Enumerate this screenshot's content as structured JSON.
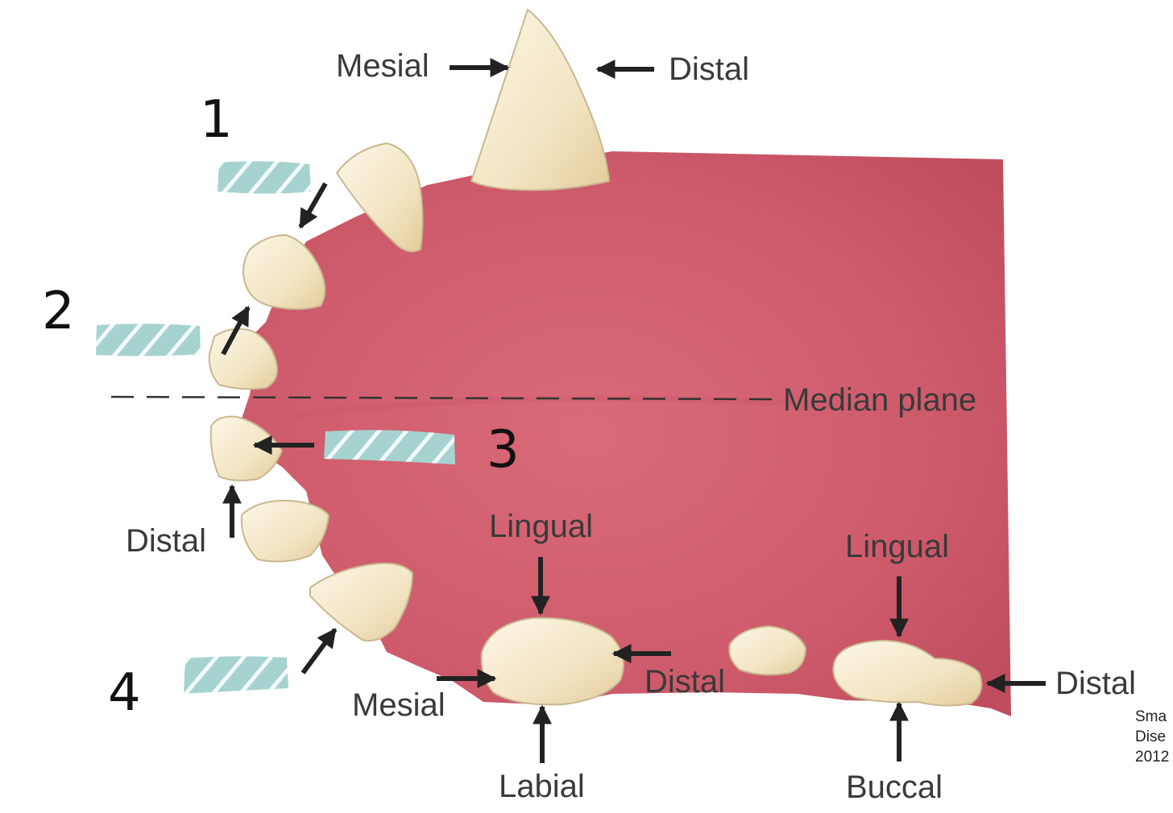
{
  "diagram": {
    "labels": {
      "canine_mesial": "Mesial",
      "canine_distal": "Distal",
      "incisor_distal": "Distal",
      "median_plane": "Median plane",
      "premolar_lingual": "Lingual",
      "premolar_distal": "Distal",
      "premolar_mesial": "Mesial",
      "premolar_labial": "Labial",
      "molar_lingual": "Lingual",
      "molar_distal": "Distal",
      "molar_buccal": "Buccal"
    },
    "numbers": [
      "1",
      "2",
      "3",
      "4"
    ],
    "citation_lines": [
      "Sma",
      "Dise",
      "2012"
    ],
    "colors": {
      "gum": "#cc5868",
      "tooth": "#f6ebcf",
      "label_box": "#a6d3cf",
      "arrow": "#222222",
      "text": "#3a3a3a"
    }
  }
}
